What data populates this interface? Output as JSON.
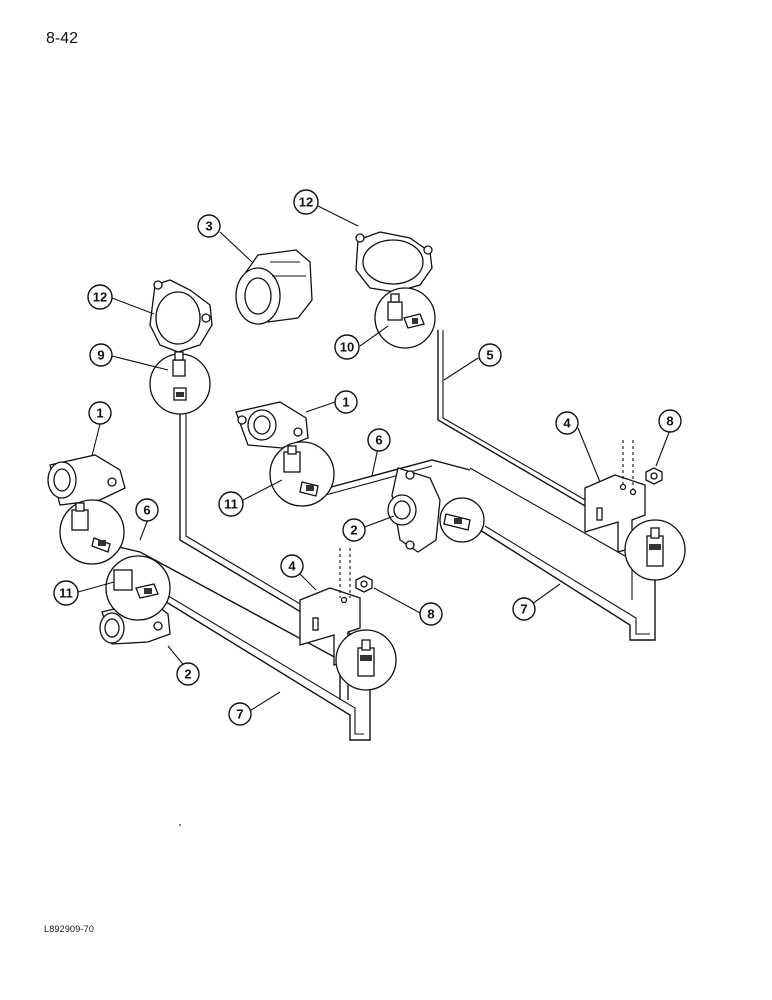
{
  "page": {
    "number": "8-42",
    "figure_code": "L892909-70"
  },
  "callouts": [
    {
      "id": "c1a",
      "label": "1"
    },
    {
      "id": "c1b",
      "label": "1"
    },
    {
      "id": "c2a",
      "label": "2"
    },
    {
      "id": "c2b",
      "label": "2"
    },
    {
      "id": "c3",
      "label": "3"
    },
    {
      "id": "c4a",
      "label": "4"
    },
    {
      "id": "c4b",
      "label": "4"
    },
    {
      "id": "c5",
      "label": "5"
    },
    {
      "id": "c6a",
      "label": "6"
    },
    {
      "id": "c6b",
      "label": "6"
    },
    {
      "id": "c7a",
      "label": "7"
    },
    {
      "id": "c7b",
      "label": "7"
    },
    {
      "id": "c8a",
      "label": "8"
    },
    {
      "id": "c8b",
      "label": "8"
    },
    {
      "id": "c9",
      "label": "9"
    },
    {
      "id": "c10",
      "label": "10"
    },
    {
      "id": "c11a",
      "label": "11"
    },
    {
      "id": "c11b",
      "label": "11"
    },
    {
      "id": "c12a",
      "label": "12"
    },
    {
      "id": "c12b",
      "label": "12"
    }
  ]
}
